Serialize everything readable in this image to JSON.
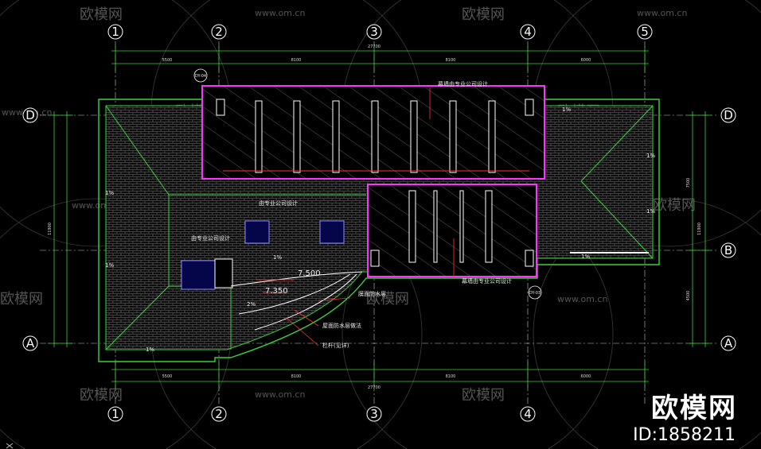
{
  "grid": {
    "columns": [
      "1",
      "2",
      "3",
      "4",
      "5"
    ],
    "rows": [
      "D",
      "B",
      "A"
    ]
  },
  "dimensions": {
    "top_total": "27700",
    "top_segments": [
      "5500",
      "8100",
      "8100",
      "6000"
    ],
    "bottom_total": "27700",
    "bottom_segments": [
      "5500",
      "8100",
      "8100",
      "6000"
    ],
    "left_total": "11900",
    "right_total": "11900",
    "right_segments": [
      "7500",
      "4500"
    ]
  },
  "tags": {
    "top": "DY-04",
    "right": "DY-03"
  },
  "slopes": {
    "top_right": "1%",
    "right_upper": "1%",
    "right_middle": "1%",
    "right_lower": "1%",
    "left_upper": "1%",
    "left_lower": "1%",
    "bottom_left": "1%",
    "center": "1%",
    "curved": "2%"
  },
  "elevations": [
    "7.500",
    "7.350"
  ],
  "annotations": {
    "skylight_top": "幕墙由专业公司设计",
    "skylight_right": "幕墙由专业公司设计",
    "equipment_center": "由专业公司设计",
    "equipment_left": "由专业公司设计",
    "curved_edge": "膜面防水层",
    "waterproof": "屋面防水层做法",
    "railing": "栏杆(见详)"
  },
  "watermark": {
    "brand": "欧模网",
    "url": "www.om.cn"
  },
  "brand_overlay": {
    "title": "欧模网",
    "id": "ID:1858211"
  }
}
